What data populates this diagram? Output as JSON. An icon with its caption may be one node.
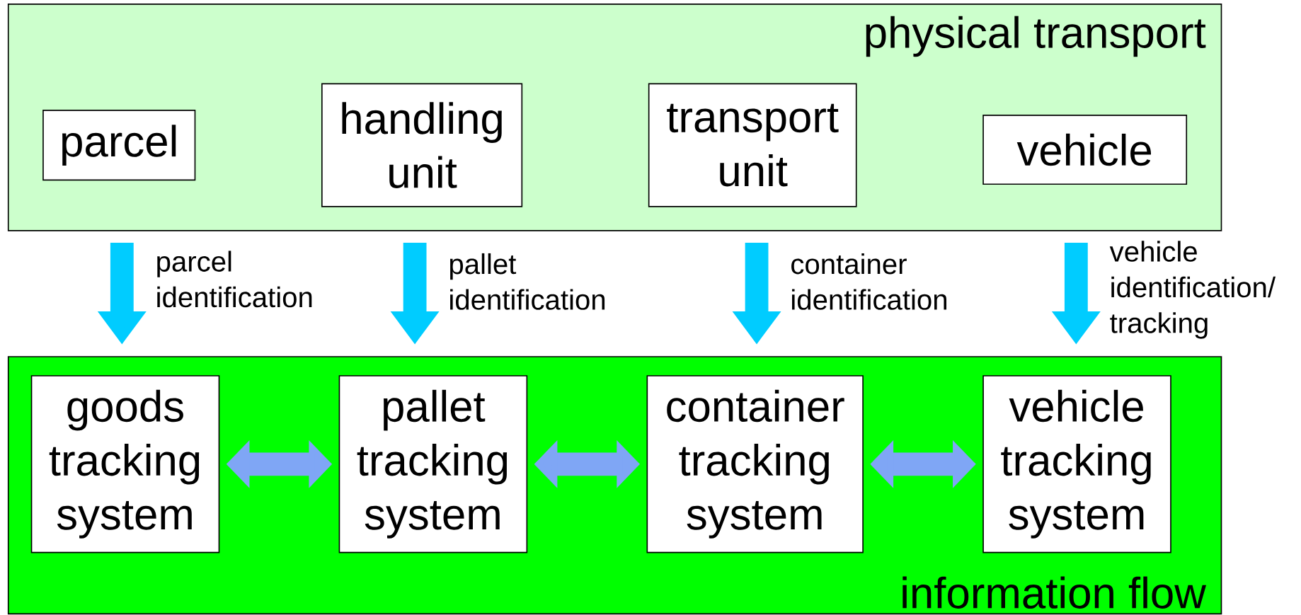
{
  "diagram": {
    "nodes": [
      {
        "text": [
          "physical transport"
        ]
      },
      {
        "text": [
          "parcel"
        ],
        "in": 0
      },
      {
        "text": [
          "handling unit"
        ],
        "in": 0
      },
      {
        "text": [
          "transport unit"
        ],
        "in": 0
      },
      {
        "text": [
          "vehicle"
        ],
        "in": 0
      },
      {
        "text": [
          "information flow"
        ]
      },
      {
        "text": [
          "goods tracking system"
        ],
        "in": 5
      },
      {
        "text": [
          "pallet tracking system"
        ],
        "in": 5
      },
      {
        "text": [
          "container tracking system"
        ],
        "in": 5
      },
      {
        "text": [
          "vehicle tracking system"
        ],
        "in": 5
      }
    ],
    "edges": [
      {
        "from": 0,
        "to": 5,
        "arrow": "to",
        "label": "parcel identification"
      },
      {
        "from": 0,
        "to": 5,
        "arrow": "to",
        "label": "pallet identification"
      },
      {
        "from": 0,
        "to": 5,
        "arrow": "to",
        "label": "container identification"
      },
      {
        "from": 0,
        "to": 5,
        "arrow": "to",
        "label": "vehicle identification/ tracking"
      },
      {
        "from": 6,
        "to": 7,
        "arrow": "both",
        "color": "#7fa6f5"
      },
      {
        "from": 7,
        "to": 8,
        "arrow": "both",
        "color": "#7fa6f5"
      },
      {
        "from": 8,
        "to": 9,
        "arrow": "both",
        "color": "#7fa6f5"
      }
    ]
  }
}
